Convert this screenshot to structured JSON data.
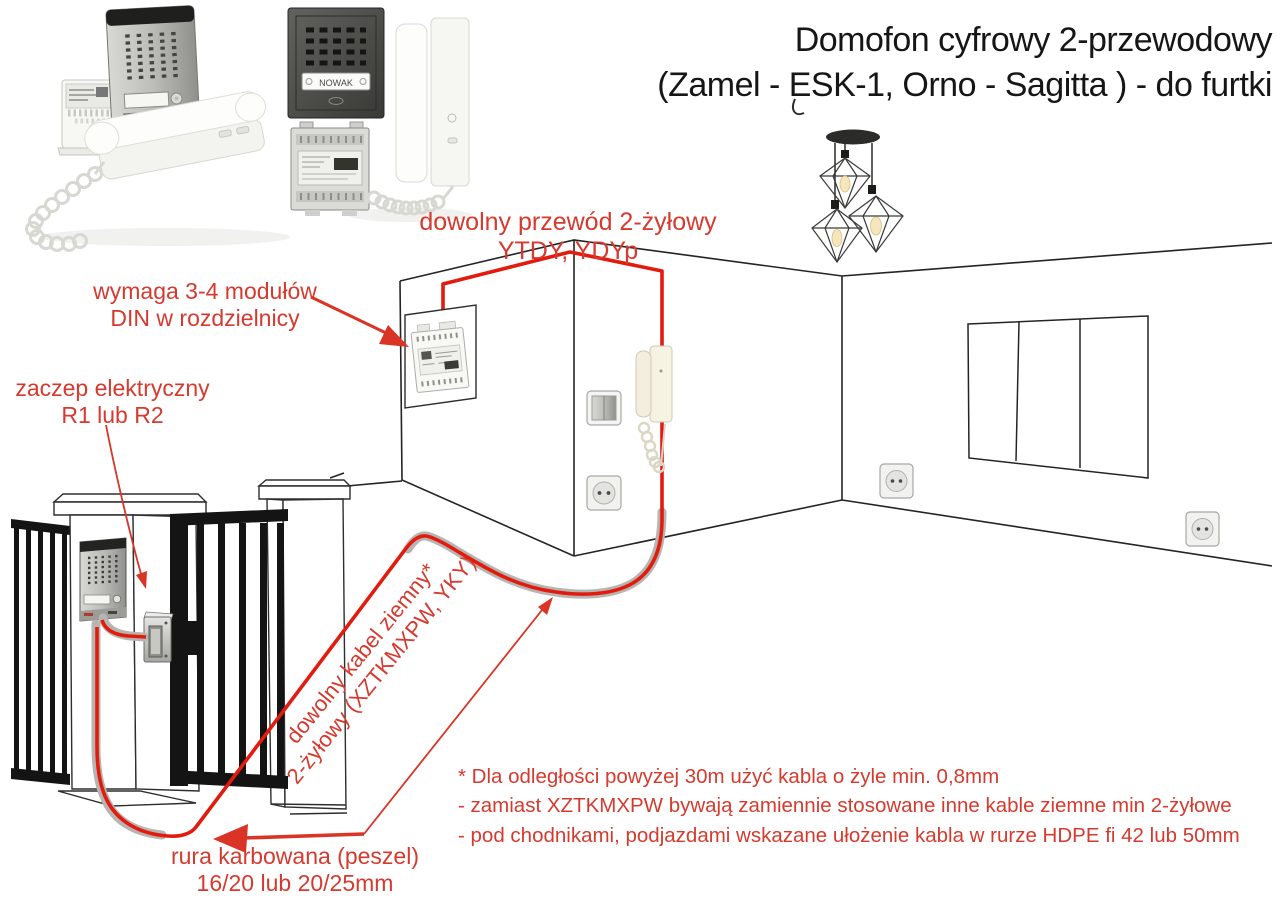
{
  "title": {
    "line1": "Domofon cyfrowy 2-przewodowy",
    "line2": "(Zamel - ESK-1, Orno - Sagitta ) - do furtki"
  },
  "labels": {
    "indoor_wire": {
      "line1": "dowolny przewód 2-żyłowy",
      "line2": "YTDY, YDYp"
    },
    "din_modules": {
      "line1": "wymaga 3-4 modułów",
      "line2": "DIN w rozdzielnicy"
    },
    "electric_strike": {
      "line1": "zaczep elektryczny",
      "line2": "R1 lub R2"
    },
    "ground_cable": {
      "line1": "dowolny kabel ziemny*",
      "line2": "2-żyłowy (XZTKMXPW, YKY)"
    },
    "conduit": {
      "line1": "rura karbowana (peszel)",
      "line2": "16/20 lub 20/25mm"
    }
  },
  "footnotes": {
    "note1": "* Dla odległości powyżej 30m użyć kabla o żyle min. 0,8mm",
    "note2": "- zamiast XZTKMXPW bywają zamiennie stosowane inne kable ziemne min 2-żyłowe",
    "note3": "- pod chodnikami, podjazdami wskazane ułożenie kabla w rurze HDPE fi 42 lub 50mm"
  },
  "products": {
    "doorphone_nameplate": "NOWAK"
  },
  "colors": {
    "annotation_red": "#d63a2e",
    "wire_red": "#e21b0e",
    "drawing_black": "#242424",
    "conduit_gray": "#b7b5b2"
  }
}
